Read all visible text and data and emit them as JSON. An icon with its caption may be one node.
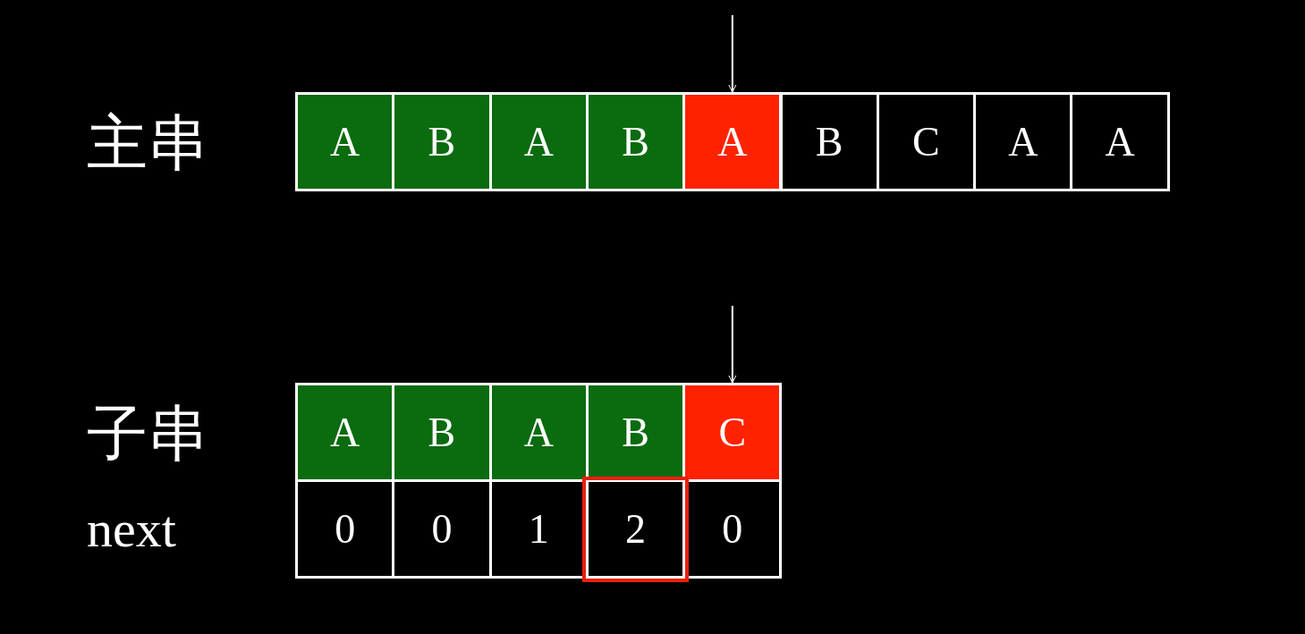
{
  "diagram": {
    "nodes": [
      {
        "text": [
          "A"
        ]
      },
      {
        "text": [
          "B"
        ]
      },
      {
        "text": [
          "A"
        ]
      },
      {
        "text": [
          "B"
        ]
      },
      {
        "text": [
          "A"
        ]
      },
      {
        "text": [
          "B"
        ]
      },
      {
        "text": [
          "C"
        ]
      },
      {
        "text": [
          "A"
        ]
      },
      {
        "text": [
          "A"
        ]
      },
      {
        "text": [
          "A"
        ]
      },
      {
        "text": [
          "B"
        ]
      },
      {
        "text": [
          "A"
        ]
      },
      {
        "text": [
          "B"
        ]
      },
      {
        "text": [
          "C"
        ]
      },
      {
        "text": [
          "0"
        ]
      },
      {
        "text": [
          "0"
        ]
      },
      {
        "text": [
          "1"
        ]
      },
      {
        "text": [
          "2"
        ]
      },
      {
        "text": [
          "0"
        ]
      }
    ],
    "edges": [
      {
        "from": null,
        "to": 4,
        "arrow": "to"
      },
      {
        "from": null,
        "to": 13,
        "arrow": "to"
      }
    ],
    "labels": [
      "主串",
      "子串",
      "next"
    ]
  }
}
